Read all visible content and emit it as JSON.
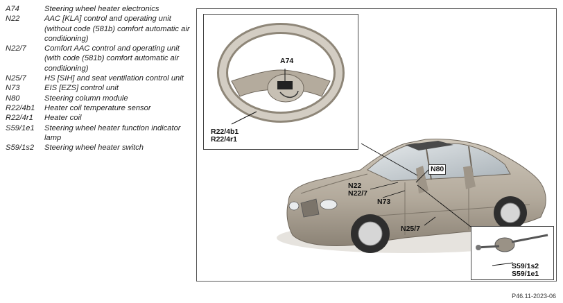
{
  "legend": [
    {
      "code": "A74",
      "desc": "Steering wheel heater electronics"
    },
    {
      "code": "N22",
      "desc": "AAC [KLA] control and operating unit (without code (581b) comfort automatic air conditioning)"
    },
    {
      "code": "N22/7",
      "desc": "Comfort AAC control and operating unit (with code (581b) comfort automatic air conditioning)"
    },
    {
      "code": "N25/7",
      "desc": "HS [SIH] and seat ventilation control unit"
    },
    {
      "code": "N73",
      "desc": "EIS [EZS] control unit"
    },
    {
      "code": "N80",
      "desc": "Steering column module"
    },
    {
      "code": "R22/4b1",
      "desc": "Heater coil temperature sensor"
    },
    {
      "code": "R22/4r1",
      "desc": "Heater coil"
    },
    {
      "code": "S59/1e1",
      "desc": "Steering wheel heater function indicator lamp"
    },
    {
      "code": "S59/1s2",
      "desc": "Steering wheel heater switch"
    }
  ],
  "callouts": {
    "a74": "A74",
    "r22_4b1": "R22/4b1",
    "r22_4r1": "R22/4r1",
    "n80": "N80",
    "n22": "N22",
    "n22_7": "N22/7",
    "n73": "N73",
    "n25_7": "N25/7",
    "s59_1s2": "S59/1s2",
    "s59_1e1": "S59/1e1"
  },
  "figure_ref": "P46.11-2023-06",
  "colors": {
    "car_body": "#b9b0a2",
    "car_shadow": "#8e8578",
    "wheel_grip": "#c6c0b6",
    "glass": "#cdd3d8"
  }
}
